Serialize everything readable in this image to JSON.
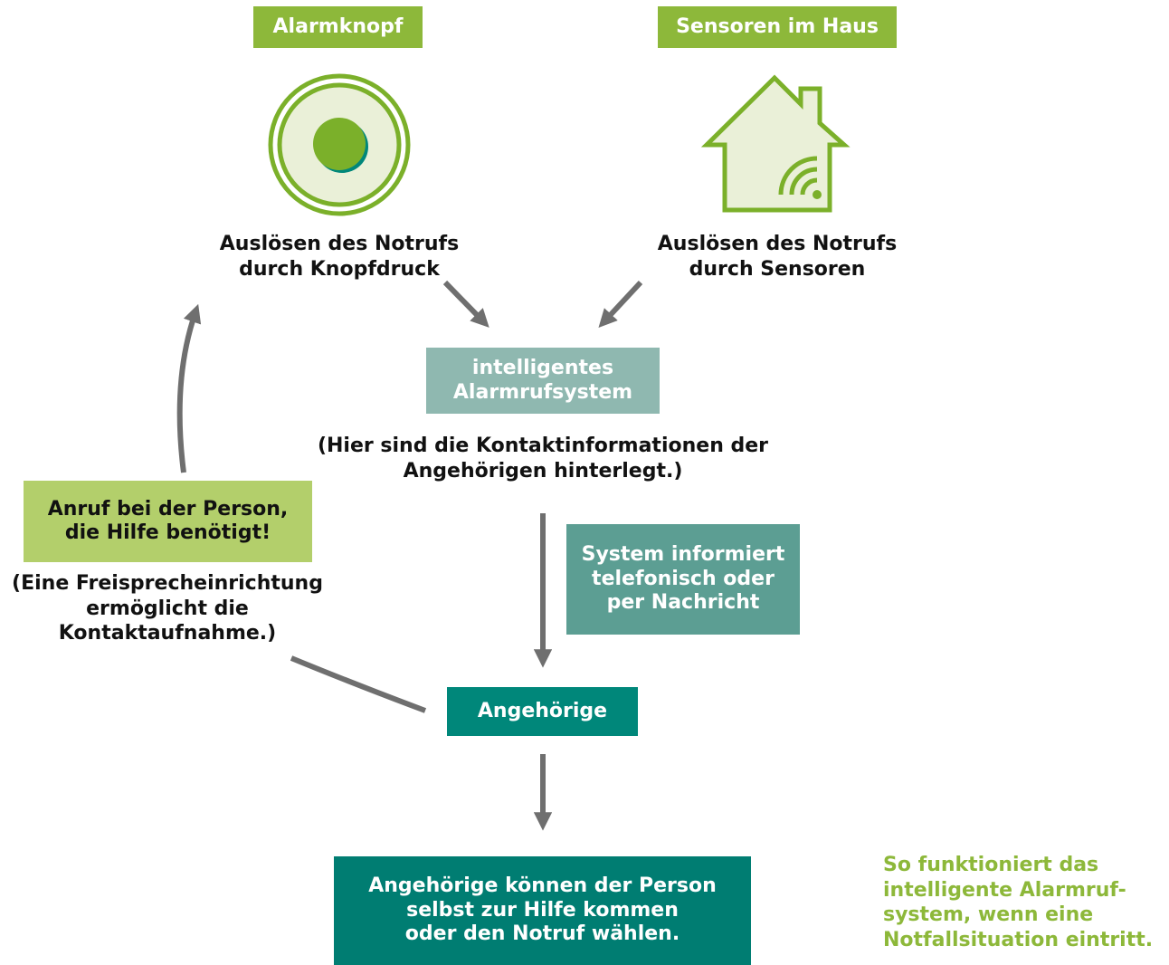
{
  "colors": {
    "light_green": "#8db83a",
    "pale_green": "#b3cf6b",
    "icon_green": "#7bb02a",
    "icon_fill": "#eaf0d8",
    "grey_teal": "#8fb8b0",
    "mid_teal": "#5c9e93",
    "dark_teal": "#007d72",
    "arrow_grey": "#6f6f6f"
  },
  "tags": {
    "button": "Alarmknopf",
    "sensors": "Sensoren im Haus"
  },
  "icons": {
    "button": "alarm-button-icon",
    "house": "smart-house-icon"
  },
  "trigger_button": {
    "line1": "Auslösen des Notrufs",
    "line2": "durch Knopfdruck"
  },
  "trigger_sensors": {
    "line1": "Auslösen des Notrufs",
    "line2": "durch Sensoren"
  },
  "system": {
    "line1": "intelligentes",
    "line2": "Alarmrufsystem",
    "note_line1": "(Hier sind die Kontaktinformationen der",
    "note_line2": "Angehörigen hinterlegt.)"
  },
  "inform": {
    "line1": "System informiert",
    "line2": "telefonisch oder",
    "line3": "per Nachricht"
  },
  "relatives": {
    "label": "Angehörige"
  },
  "call": {
    "line1": "Anruf bei der Person,",
    "line2": "die Hilfe benötigt!",
    "note_line1": "(Eine Freisprecheinrichtung",
    "note_line2": "ermöglicht die",
    "note_line3": "Kontaktaufnahme.)"
  },
  "outcome": {
    "line1": "Angehörige können der Person",
    "line2": "selbst zur Hilfe kommen",
    "line3": "oder den Notruf wählen."
  },
  "caption": {
    "line1": "So funktioniert das",
    "line2": "intelligente Alarmruf-",
    "line3": "system, wenn eine",
    "line4": "Notfallsituation eintritt."
  }
}
